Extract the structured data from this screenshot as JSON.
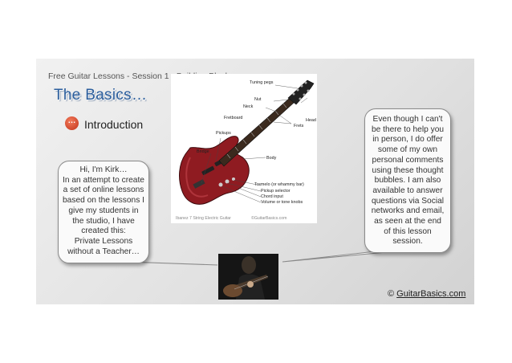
{
  "slide": {
    "subtitle": "Free Guitar Lessons - Session 1 - Building Blocks",
    "title": "The Basics…",
    "bullet_icon": "ellipsis-bullet",
    "bullet_glyph": "…",
    "intro": "Introduction"
  },
  "bubble_left": {
    "lines": [
      "Hi, I'm Kirk…",
      "In an attempt to create",
      "a set of online lessons",
      "based on the lessons I",
      "give my students in",
      "the studio, I have",
      "created this:",
      "Private Lessons",
      "without a Teacher…"
    ]
  },
  "bubble_right": {
    "lines": [
      "Even though I can't",
      "be there to help you",
      "in person, I do offer",
      "some of my own",
      "personal comments",
      "using these thought",
      "bubbles. I am also",
      "available to answer",
      "questions via Social",
      "networks and email,",
      "as seen at the end",
      "of this lesson",
      "session."
    ]
  },
  "guitar_diagram": {
    "labels": {
      "tuning_pegs": "Tuning pegs",
      "nut": "Nut",
      "neck": "Neck",
      "head": "Head",
      "fretboard": "Fretboard",
      "frets": "Frets",
      "pickups": "Pickups",
      "bridge": "Bridge",
      "body": "Body",
      "tremelo": "Tremelo (or whammy bar)",
      "pickup_selector": "Pickup selector",
      "chord_input": "Chord input",
      "volume": "Volume or tone knobs"
    },
    "caption": "Ibanez 7 String Electric Guitar",
    "watermark": "©GuitarBasics.com"
  },
  "photo": {
    "icon": "guitarist-photo"
  },
  "copyright": {
    "symbol": "©",
    "link": "GuitarBasics.com"
  }
}
